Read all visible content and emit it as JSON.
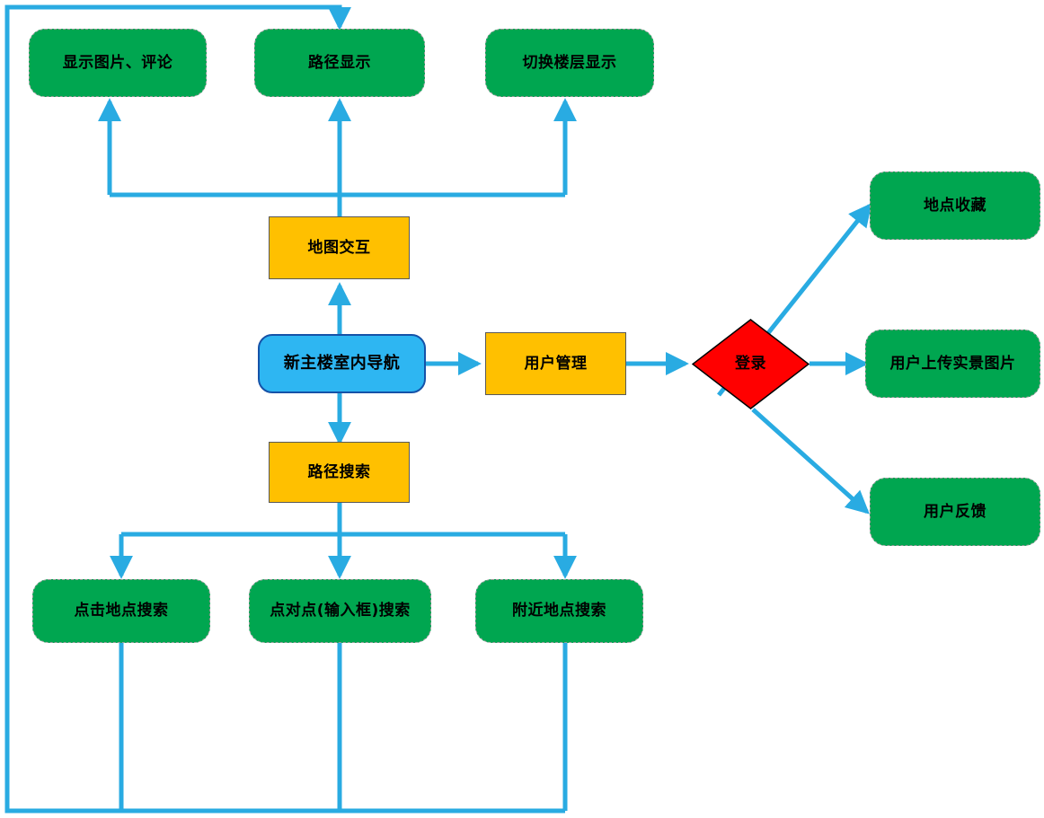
{
  "diagram": {
    "title": "新主楼室内导航",
    "colors": {
      "green_node": "#00a650",
      "orange_node": "#ffc000",
      "blue_node": "#2eb6f2",
      "blue_node_border": "#1552a8",
      "red_node": "#ff0000",
      "edge": "#29abe2",
      "text": "#000000",
      "background": "#ffffff"
    },
    "nodes": {
      "root": {
        "label": "新主楼室内导航",
        "shape": "rounded-rect",
        "color": "blue"
      },
      "map_interaction": {
        "label": "地图交互",
        "shape": "rect",
        "color": "orange"
      },
      "route_search": {
        "label": "路径搜索",
        "shape": "rect",
        "color": "orange"
      },
      "user_management": {
        "label": "用户管理",
        "shape": "rect",
        "color": "orange"
      },
      "login": {
        "label": "登录",
        "shape": "diamond",
        "color": "red"
      },
      "show_photos_comments": {
        "label": "显示图片、评论",
        "shape": "rounded-rect",
        "color": "green"
      },
      "route_display": {
        "label": "路径显示",
        "shape": "rounded-rect",
        "color": "green"
      },
      "switch_floor_display": {
        "label": "切换楼层显示",
        "shape": "rounded-rect",
        "color": "green"
      },
      "place_favorites": {
        "label": "地点收藏",
        "shape": "rounded-rect",
        "color": "green"
      },
      "user_upload_photos": {
        "label": "用户上传实景图片",
        "shape": "rounded-rect",
        "color": "green"
      },
      "user_feedback": {
        "label": "用户反馈",
        "shape": "rounded-rect",
        "color": "green"
      },
      "click_place_search": {
        "label": "点击地点搜索",
        "shape": "rounded-rect",
        "color": "green"
      },
      "point_to_point_search": {
        "label": "点对点(输入框)搜索",
        "shape": "rounded-rect",
        "color": "green"
      },
      "nearby_place_search": {
        "label": "附近地点搜索",
        "shape": "rounded-rect",
        "color": "green"
      }
    },
    "edges": [
      {
        "from": "root",
        "to": "map_interaction"
      },
      {
        "from": "root",
        "to": "route_search"
      },
      {
        "from": "root",
        "to": "user_management"
      },
      {
        "from": "user_management",
        "to": "login"
      },
      {
        "from": "login",
        "to": "place_favorites"
      },
      {
        "from": "login",
        "to": "user_upload_photos"
      },
      {
        "from": "login",
        "to": "user_feedback"
      },
      {
        "from": "map_interaction",
        "to": "show_photos_comments"
      },
      {
        "from": "map_interaction",
        "to": "route_display"
      },
      {
        "from": "map_interaction",
        "to": "switch_floor_display"
      },
      {
        "from": "route_search",
        "to": "click_place_search"
      },
      {
        "from": "route_search",
        "to": "point_to_point_search"
      },
      {
        "from": "route_search",
        "to": "nearby_place_search"
      },
      {
        "from": "click_place_search",
        "to": "route_display"
      },
      {
        "from": "point_to_point_search",
        "to": "route_display"
      },
      {
        "from": "nearby_place_search",
        "to": "route_display"
      }
    ]
  }
}
